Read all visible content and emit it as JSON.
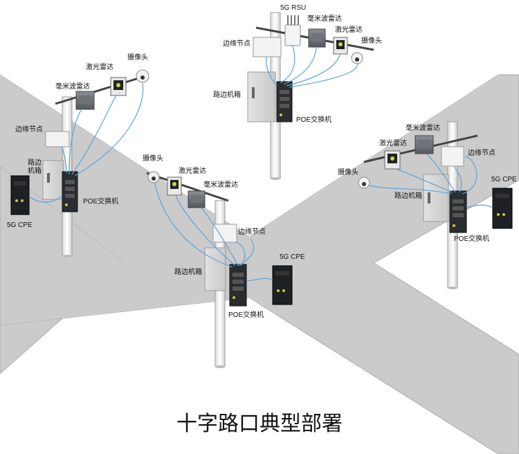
{
  "title": "十字路口典型部署",
  "colors": {
    "road": "#cbcbcb",
    "road_edge": "#aaaaaa",
    "cable": "#5ea3d6",
    "pole": "#ffffff"
  },
  "labels": {
    "rsu": "5G RSU",
    "mmwave": "毫米波雷达",
    "lidar": "激光雷达",
    "camera": "摄像头",
    "edge_node": "边缘节点",
    "roadside_cabinet": "路边机箱",
    "roadside_cabinet_wrap_1": "路边",
    "roadside_cabinet_wrap_2": "机箱",
    "poe_switch": "POE交换机",
    "cpe": "5G CPE"
  }
}
